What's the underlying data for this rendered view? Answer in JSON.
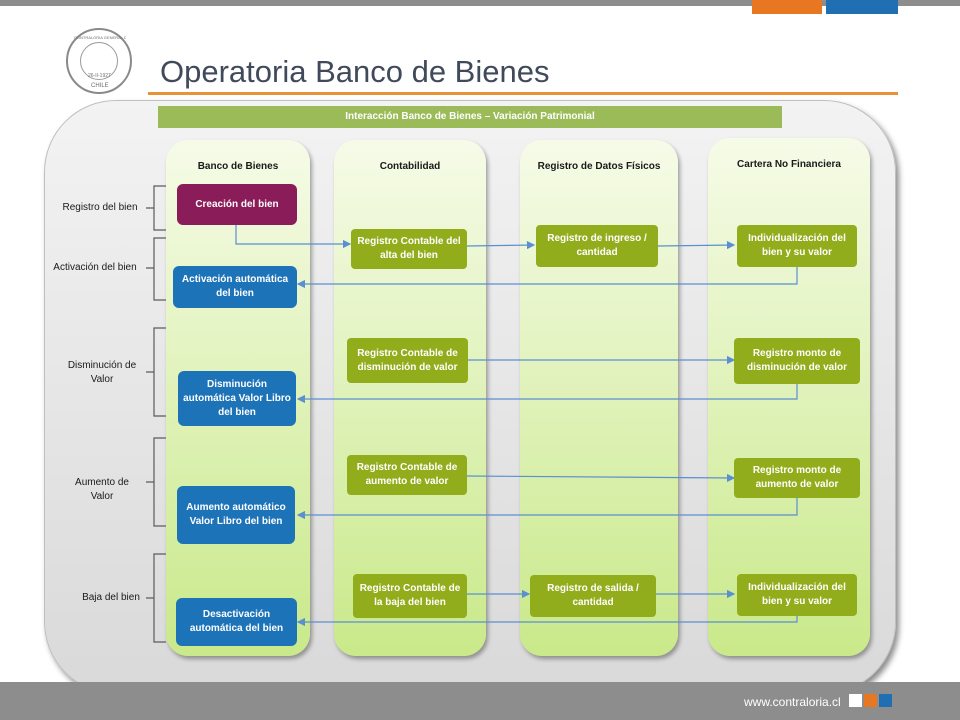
{
  "header": {
    "title": "Operatoria Banco de Bienes",
    "seal_top": "CONTRALORIA GENERAL DE LA REPUBLICA",
    "seal_date": "26-II-1927",
    "seal_bottom": "CHILE"
  },
  "diagram": {
    "banner": "Interacción Banco de Bienes – Variación Patrimonial",
    "columns": [
      {
        "title": "Banco de Bienes"
      },
      {
        "title": "Contabilidad"
      },
      {
        "title": "Registro de Datos Físicos"
      },
      {
        "title": "Cartera No Financiera"
      }
    ],
    "rows": [
      {
        "label": "Registro del bien"
      },
      {
        "label": "Activación del bien"
      },
      {
        "label": "Disminución de Valor"
      },
      {
        "label": "Aumento de Valor"
      },
      {
        "label": "Baja del bien"
      }
    ],
    "boxes": {
      "creacion": "Creación del bien",
      "registro_alta": "Registro Contable del alta del bien",
      "registro_ingreso": "Registro de ingreso / cantidad",
      "individualizacion_1": "Individualización del bien y su valor",
      "activacion": "Activación automática del bien",
      "registro_disminucion": "Registro Contable de disminución de valor",
      "monto_disminucion": "Registro monto de disminución de valor",
      "disminucion_auto": "Disminución automática Valor Libro del bien",
      "registro_aumento": "Registro Contable de aumento de valor",
      "monto_aumento": "Registro monto de aumento de valor",
      "aumento_auto": "Aumento automático Valor Libro del bien",
      "registro_baja": "Registro Contable de la baja del bien",
      "registro_salida": "Registro de salida / cantidad",
      "individualizacion_2": "Individualización del bien y su valor",
      "desactivacion": "Desactivación automática del bien"
    }
  },
  "footer": {
    "url": "www.contraloria.cl"
  },
  "colors": {
    "accent_orange": "#e87722",
    "accent_blue": "#1f6fb2",
    "banner_green": "#9bbb59",
    "box_green": "#92ad1c",
    "box_blue": "#1d73b8",
    "box_magenta": "#8b1c5a",
    "connector": "#5b8fd0"
  }
}
